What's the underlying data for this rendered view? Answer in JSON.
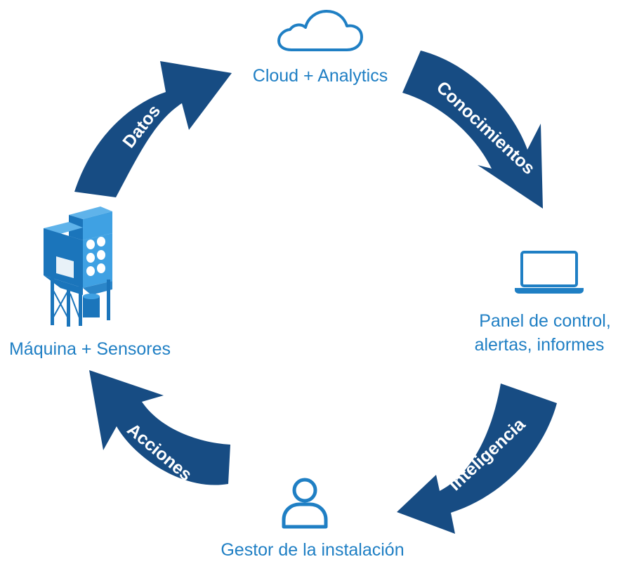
{
  "colors": {
    "arrow": "#174c83",
    "accent": "#1f7fc4",
    "machine_light": "#3fa1e3",
    "machine_dark": "#1b75bb"
  },
  "nodes": {
    "cloud": {
      "label": "Cloud + Analytics",
      "icon": "cloud-icon"
    },
    "dashboard": {
      "label_line1": "Panel de control,",
      "label_line2": "alertas, informes",
      "icon": "laptop-icon"
    },
    "manager": {
      "label": "Gestor de la instalación",
      "icon": "person-icon"
    },
    "machine": {
      "label": "Máquina + Sensores",
      "icon": "dust-collector-icon"
    }
  },
  "arrows": {
    "datos": "Datos",
    "conocimientos": "Conocimientos",
    "inteligencia": "Inteligencia",
    "acciones": "Acciones"
  }
}
